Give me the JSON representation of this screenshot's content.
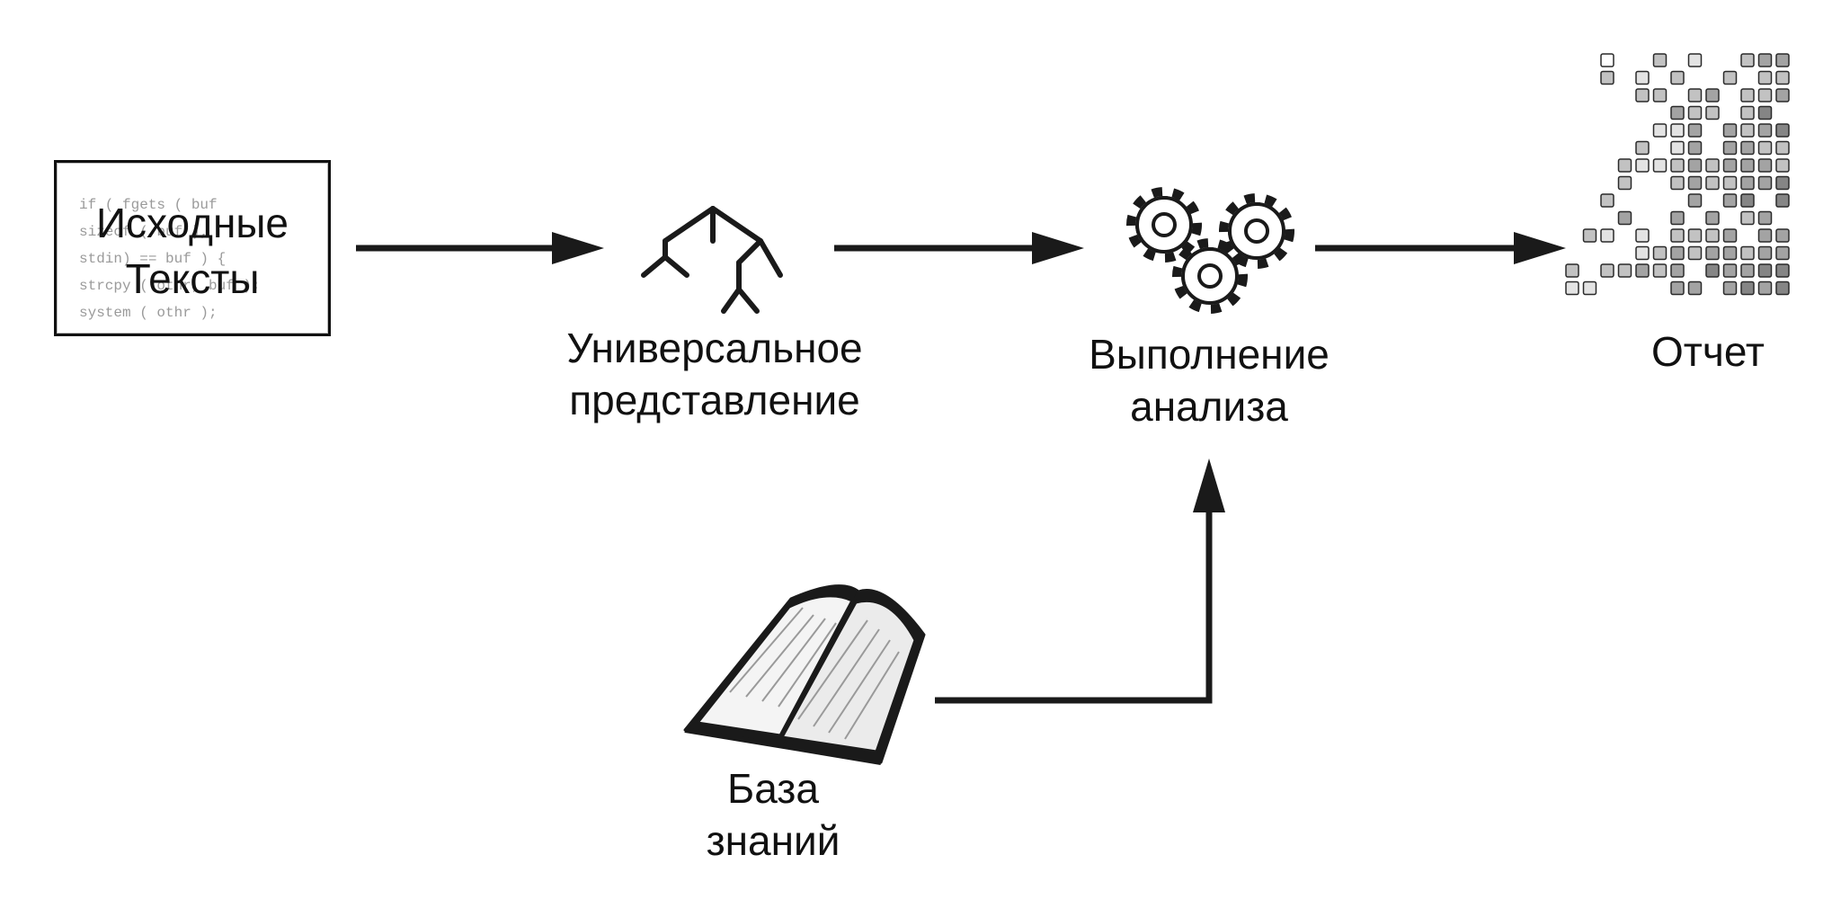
{
  "nodes": {
    "source": {
      "label_line1": "Исходные",
      "label_line2": "Тексты",
      "code_lines": [
        "if ( fgets ( buf",
        "sizeof ( buf ),",
        "stdin) == buf ) {",
        "strcpy ( othr, buf );",
        "system ( othr );"
      ]
    },
    "ast": {
      "label_line1": "Универсальное",
      "label_line2": "представление",
      "icon": "syntax-tree-icon"
    },
    "analysis": {
      "label_line1": "Выполнение",
      "label_line2": "анализа",
      "icon": "gears-icon"
    },
    "report": {
      "label": "Отчет",
      "icon": "pixel-grid-icon"
    },
    "knowledge": {
      "label_line1": "База",
      "label_line2": "знаний",
      "icon": "open-book-icon"
    }
  },
  "edges": [
    {
      "from": "source",
      "to": "ast"
    },
    {
      "from": "ast",
      "to": "analysis"
    },
    {
      "from": "analysis",
      "to": "report"
    },
    {
      "from": "knowledge",
      "to": "analysis"
    }
  ],
  "colors": {
    "stroke": "#1a1a1a",
    "code_text": "#9a9a9a",
    "background": "#ffffff"
  }
}
